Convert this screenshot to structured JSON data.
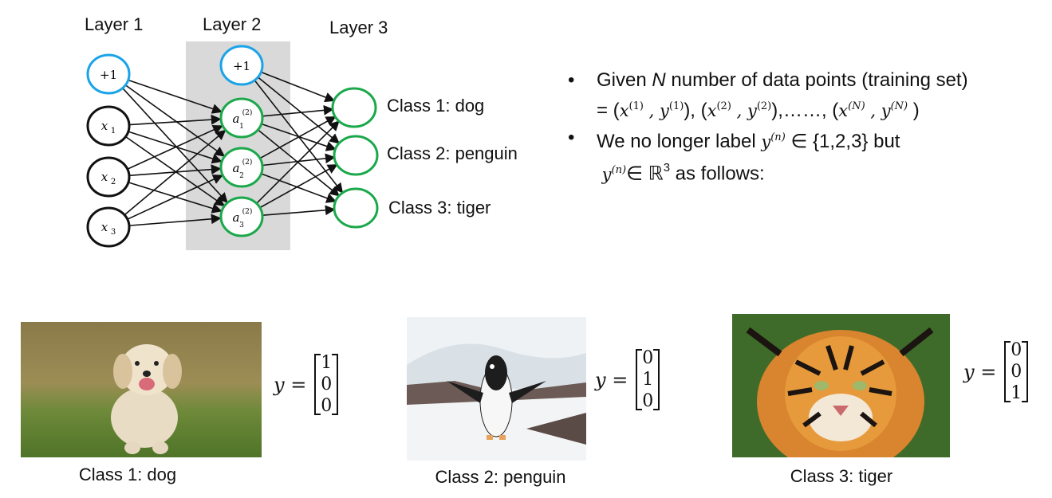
{
  "network": {
    "layer_labels": [
      "Layer 1",
      "Layer 2",
      "Layer 3"
    ],
    "input_nodes": [
      "+1",
      "x",
      "x",
      "x"
    ],
    "input_subscripts": [
      "",
      "1",
      "2",
      "3"
    ],
    "hidden_nodes": [
      "+1",
      "a",
      "a",
      "a"
    ],
    "hidden_superscripts": [
      "",
      "(2)",
      "(2)",
      "(2)"
    ],
    "hidden_subscripts": [
      "",
      "1",
      "2",
      "3"
    ],
    "output_labels": [
      "Class 1: dog",
      "Class 2: penguin",
      "Class 3: tiger"
    ],
    "colors": {
      "bias": "#1aa3e8",
      "input": "#111111",
      "hidden": "#1aa84a",
      "output": "#1aa84a",
      "highlight": "#d9d9d9"
    }
  },
  "bullets": {
    "b1_text1": "Given ",
    "b1_N": "N",
    "b1_text2": " number of data points (training set)",
    "b1_line2_prefix": "= (",
    "b1_x": "x",
    "b1_y": "y",
    "b1_sup1": "(1)",
    "b1_sup2": "(2)",
    "b1_supN": "(N)",
    "b1_dots": "……",
    "b2_text1": "We no longer label ",
    "b2_y": "y",
    "b2_sup": "(n)",
    "b2_in": " ∈ {1,2,3} but",
    "b2_line2_y": "y",
    "b2_line2_sup": "(n)",
    "b2_line2_in": "∈ ℝ",
    "b2_line2_sup3": "3",
    "b2_line2_rest": " as follows:"
  },
  "examples": [
    {
      "caption": "Class 1: dog",
      "vector_lhs": "y =",
      "vector": [
        "1",
        "0",
        "0"
      ]
    },
    {
      "caption": "Class 2: penguin",
      "vector_lhs": "y =",
      "vector": [
        "0",
        "1",
        "0"
      ]
    },
    {
      "caption": "Class 3: tiger",
      "vector_lhs": "y =",
      "vector": [
        "0",
        "0",
        "1"
      ]
    }
  ]
}
